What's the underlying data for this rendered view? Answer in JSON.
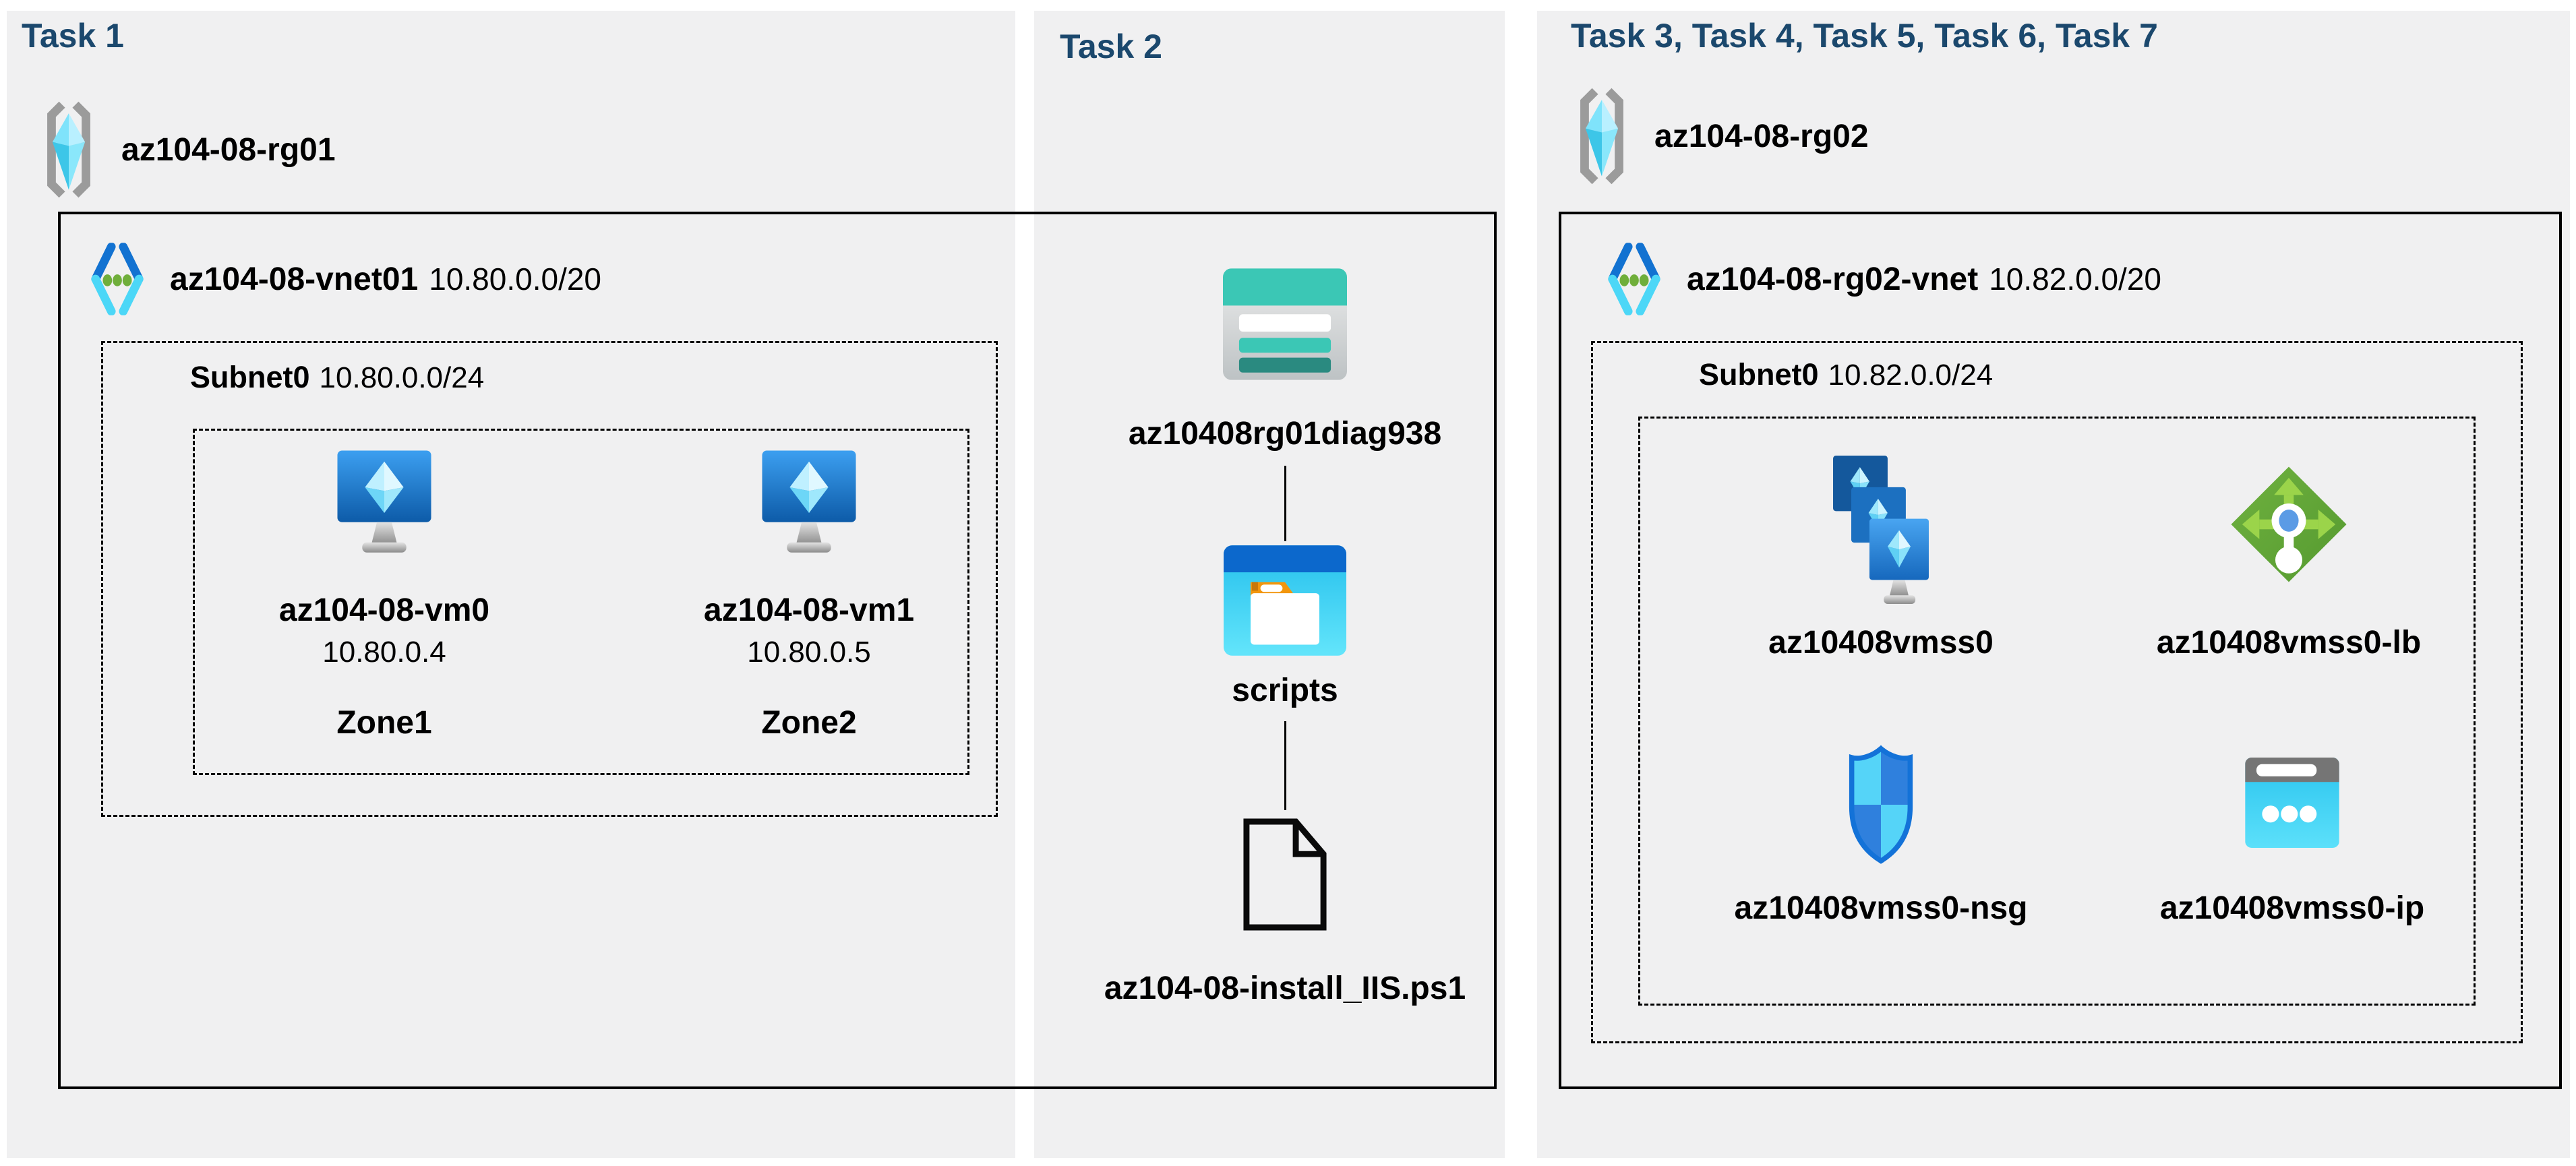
{
  "colors": {
    "page_background": "#ffffff",
    "panel_background": "#f0f0f1",
    "task_title": "#1b486d",
    "box_border": "#000000",
    "azure_blue": "#0078d4",
    "cyan": "#50e6ff",
    "teal": "#37c2b1",
    "green": "#76bc2d",
    "orange": "#f2960d"
  },
  "panels": [
    {
      "title": "Task 1",
      "resource_group": {
        "name": "az104-08-rg01",
        "icon": "resource-group-icon"
      },
      "vnet": {
        "name": "az104-08-vnet01",
        "cidr": "10.80.0.0/20",
        "icon": "virtual-network-icon"
      },
      "subnet": {
        "name": "Subnet0",
        "cidr": "10.80.0.0/24"
      },
      "vms": [
        {
          "name": "az104-08-vm0",
          "ip": "10.80.0.4",
          "zone": "Zone1",
          "icon": "virtual-machine-icon"
        },
        {
          "name": "az104-08-vm1",
          "ip": "10.80.0.5",
          "zone": "Zone2",
          "icon": "virtual-machine-icon"
        }
      ]
    },
    {
      "title": "Task 2",
      "storage_account": {
        "name": "az10408rg01diag938",
        "icon": "storage-account-icon"
      },
      "container": {
        "name": "scripts",
        "icon": "blob-container-icon"
      },
      "file": {
        "name": "az104-08-install_IIS.ps1",
        "icon": "file-icon"
      }
    },
    {
      "title": "Task 3, Task 4, Task 5, Task 6, Task 7",
      "resource_group": {
        "name": "az104-08-rg02",
        "icon": "resource-group-icon"
      },
      "vnet": {
        "name": "az104-08-rg02-vnet",
        "cidr": "10.82.0.0/20",
        "icon": "virtual-network-icon"
      },
      "subnet": {
        "name": "Subnet0",
        "cidr": "10.82.0.0/24"
      },
      "resources": [
        {
          "name": "az10408vmss0",
          "icon": "vm-scale-set-icon"
        },
        {
          "name": "az10408vmss0-lb",
          "icon": "load-balancer-icon"
        },
        {
          "name": "az10408vmss0-nsg",
          "icon": "network-security-group-icon"
        },
        {
          "name": "az10408vmss0-ip",
          "icon": "public-ip-icon"
        }
      ]
    }
  ]
}
